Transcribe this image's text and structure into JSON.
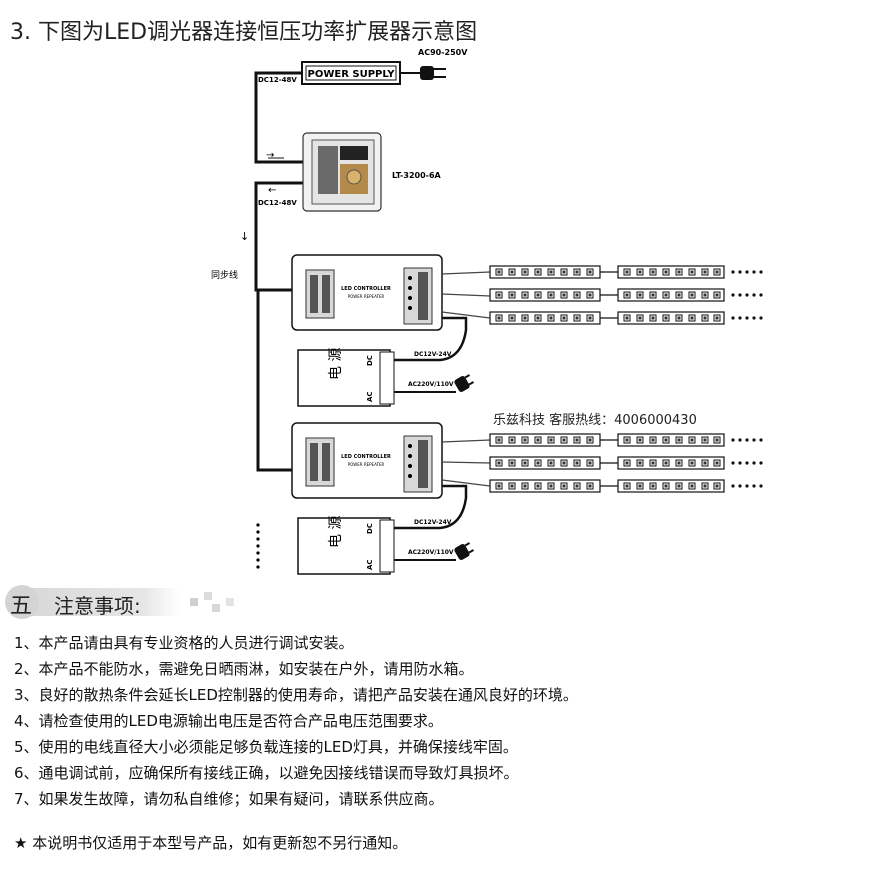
{
  "title": "3. 下图为LED调光器连接恒压功率扩展器示意图",
  "diagram": {
    "power_supply_label": "POWER SUPPLY",
    "ac_input_label": "AC90-250V",
    "dc_out_label": "DC12-48V",
    "dc_in_label": "DC12-48V",
    "controller_model": "LT-3200-6A",
    "sync_line_label": "同步线",
    "repeater_title": "LED CONTROLLER",
    "repeater_subtitle": "POWER REPEATER",
    "psu_label": "电 源",
    "psu_dc_label": "DC12V-24V",
    "psu_ac_label": "AC220V/110V",
    "dc_terminal": "DC",
    "ac_terminal": "AC",
    "hotline": "乐兹科技 客服热线：4006000430"
  },
  "section": {
    "number": "五",
    "title": "注意事项:"
  },
  "notes": [
    "1、本产品请由具有专业资格的人员进行调试安装。",
    "2、本产品不能防水，需避免日晒雨淋，如安装在户外，请用防水箱。",
    "3、良好的散热条件会延长LED控制器的使用寿命，请把产品安装在通风良好的环境。",
    "4、请检查使用的LED电源输出电压是否符合产品电压范围要求。",
    "5、使用的电线直径大小必须能足够负载连接的LED灯具，并确保接线牢固。",
    "6、通电调试前，应确保所有接线正确，以避免因接线错误而导致灯具损坏。",
    "7、如果发生故障，请勿私自维修；如果有疑问，请联系供应商。"
  ],
  "footer_note": "★ 本说明书仅适用于本型号产品，如有更新恕不另行通知。"
}
